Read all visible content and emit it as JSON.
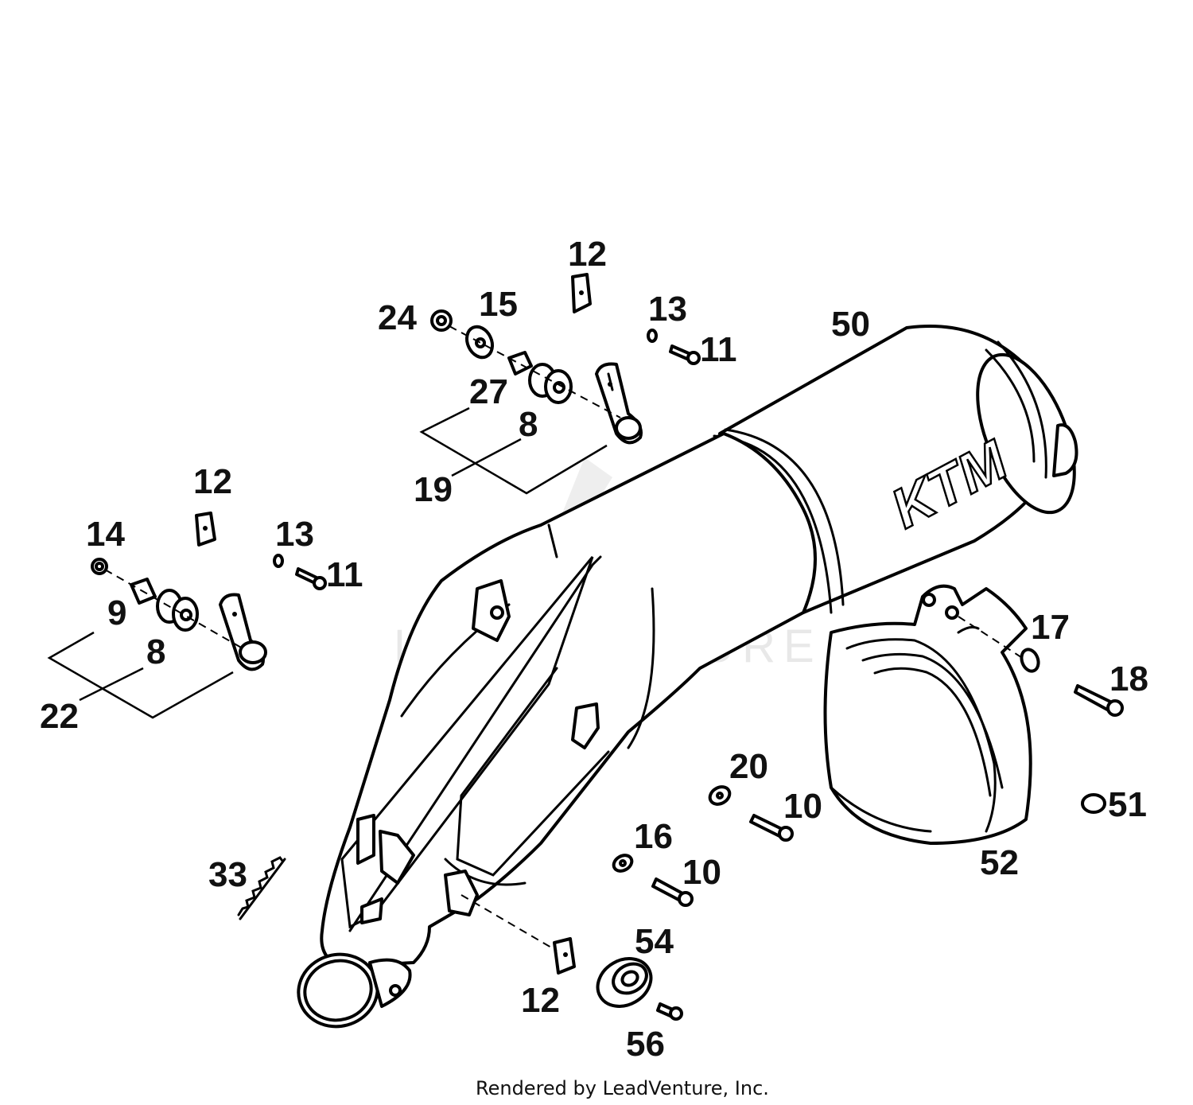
{
  "diagram": {
    "callouts": [
      {
        "id": "c12a",
        "label": "12"
      },
      {
        "id": "c24",
        "label": "24"
      },
      {
        "id": "c15",
        "label": "15"
      },
      {
        "id": "c13a",
        "label": "13"
      },
      {
        "id": "c11a",
        "label": "11"
      },
      {
        "id": "c50",
        "label": "50"
      },
      {
        "id": "c27",
        "label": "27"
      },
      {
        "id": "c8a",
        "label": "8"
      },
      {
        "id": "c19",
        "label": "19"
      },
      {
        "id": "c12b",
        "label": "12"
      },
      {
        "id": "c14",
        "label": "14"
      },
      {
        "id": "c13b",
        "label": "13"
      },
      {
        "id": "c11b",
        "label": "11"
      },
      {
        "id": "c9",
        "label": "9"
      },
      {
        "id": "c8b",
        "label": "8"
      },
      {
        "id": "c22",
        "label": "22"
      },
      {
        "id": "c17",
        "label": "17"
      },
      {
        "id": "c18",
        "label": "18"
      },
      {
        "id": "c20",
        "label": "20"
      },
      {
        "id": "c10a",
        "label": "10"
      },
      {
        "id": "c16",
        "label": "16"
      },
      {
        "id": "c10b",
        "label": "10"
      },
      {
        "id": "c51",
        "label": "51"
      },
      {
        "id": "c52",
        "label": "52"
      },
      {
        "id": "c33",
        "label": "33"
      },
      {
        "id": "c54",
        "label": "54"
      },
      {
        "id": "c12c",
        "label": "12"
      },
      {
        "id": "c56",
        "label": "56"
      }
    ],
    "logo_text": "KTM",
    "watermark_text": "LEADVENTURE"
  },
  "footer": {
    "credit": "Rendered by LeadVenture, Inc."
  }
}
